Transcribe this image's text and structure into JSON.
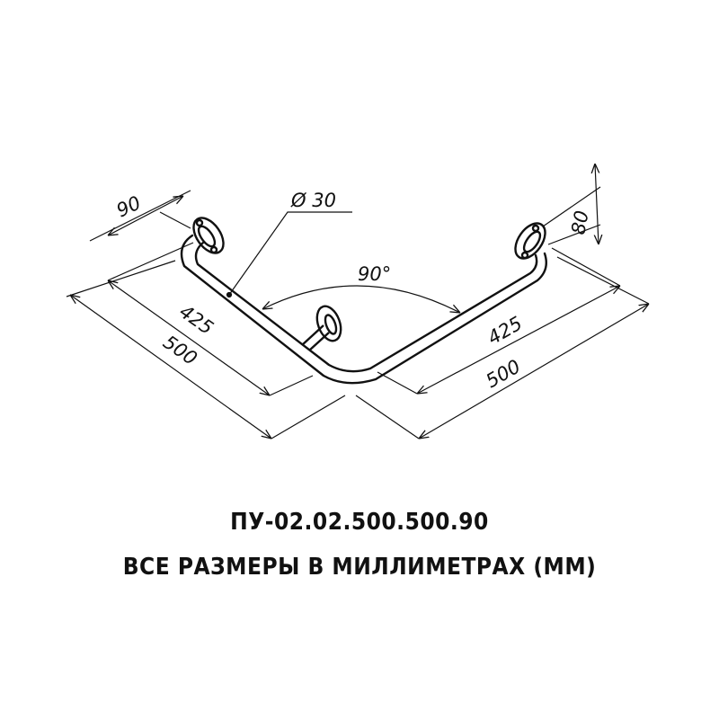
{
  "dimensions": {
    "flange_offset": "90",
    "tube_diameter": "Ø 30",
    "angle": "90°",
    "left_inner_length": "425",
    "left_outer_length": "500",
    "right_inner_length": "425",
    "right_outer_length": "500",
    "flange_height": "80"
  },
  "caption": {
    "product_code": "ПУ-02.02.500.500.90",
    "units_note": "ВСЕ РАЗМЕРЫ В МИЛЛИМЕТРАХ (ММ)"
  },
  "colors": {
    "line": "#111111",
    "background": "#ffffff"
  }
}
